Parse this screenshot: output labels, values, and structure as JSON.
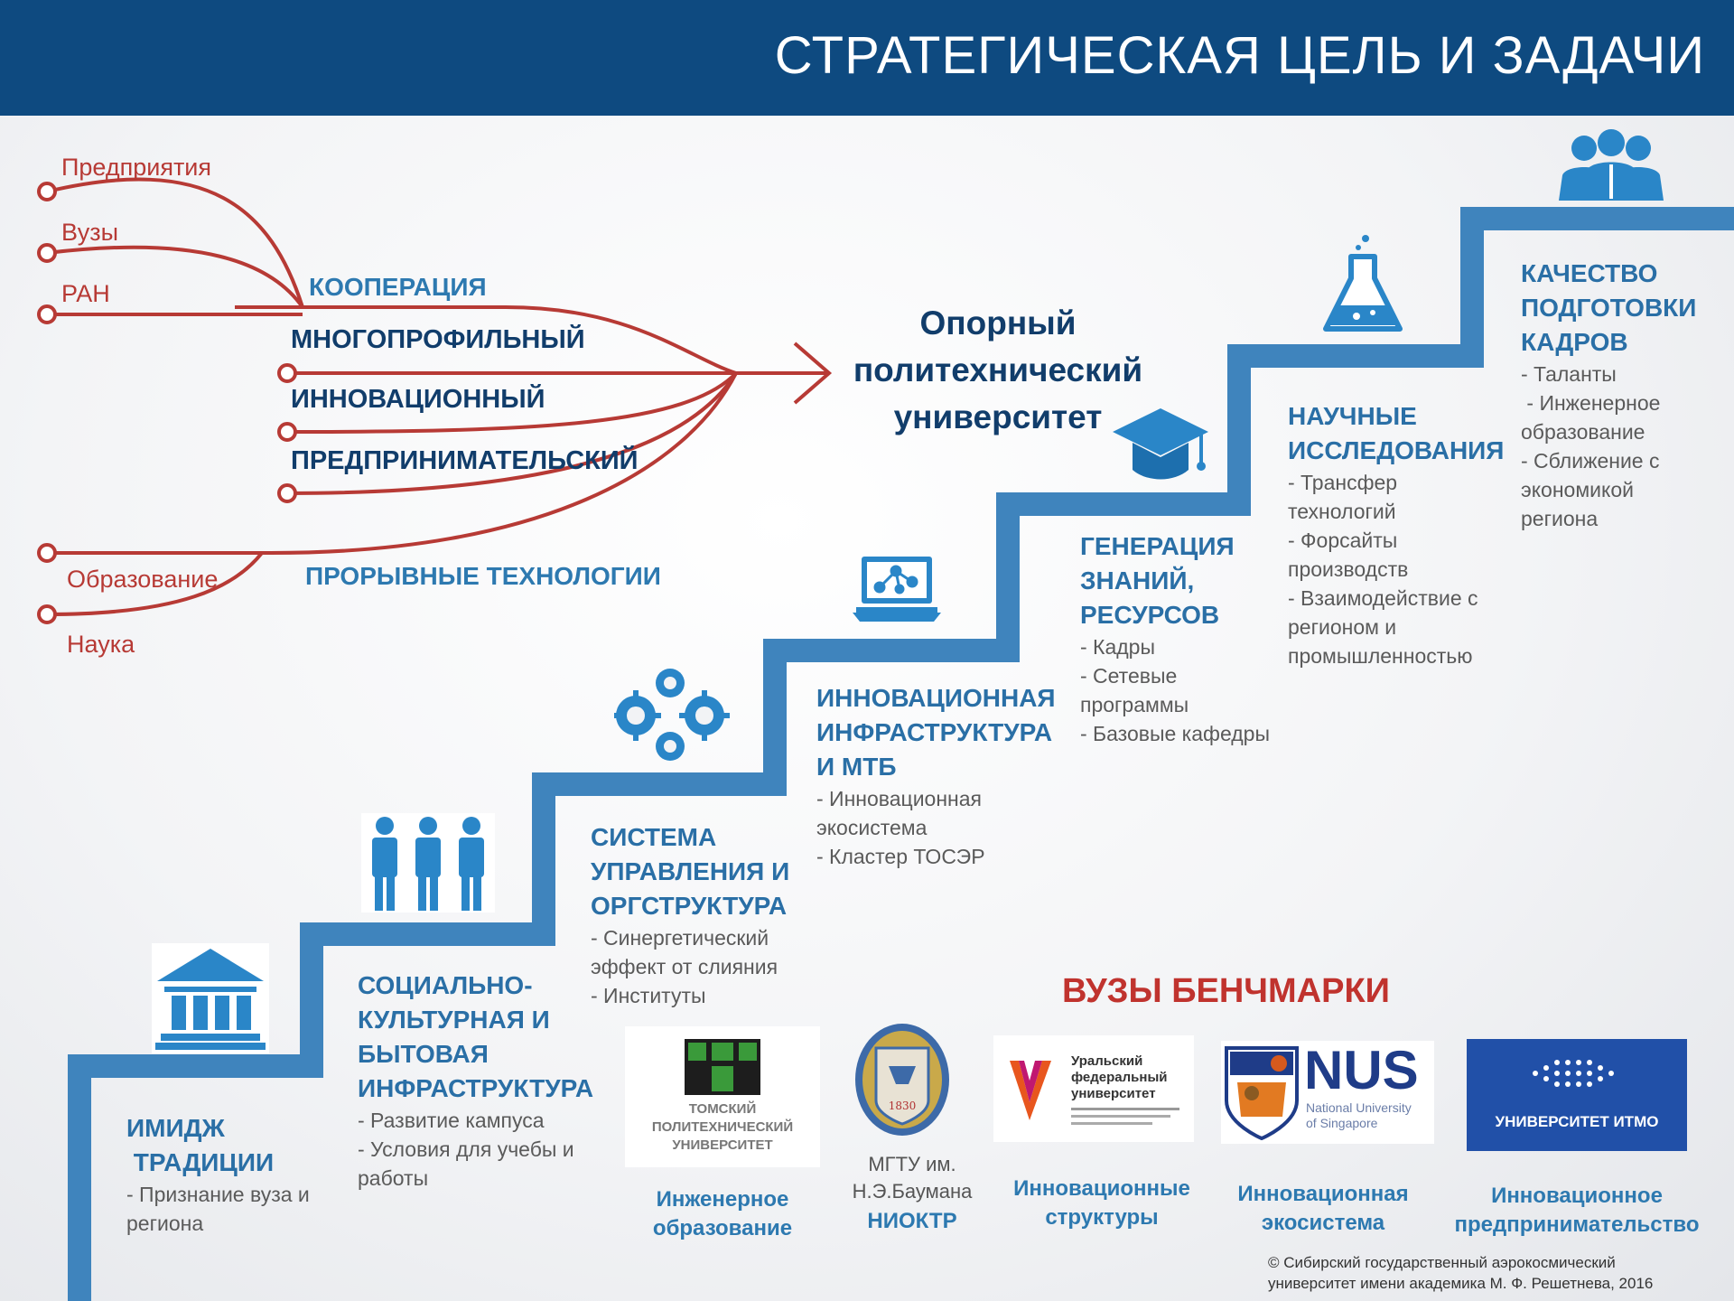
{
  "header": {
    "title": "СТРАТЕГИЧЕСКАЯ ЦЕЛЬ И ЗАДАЧИ"
  },
  "inputs": {
    "enterprises": "Предприятия",
    "universities": "Вузы",
    "ran": "РАН",
    "education": "Образование",
    "science": "Наука"
  },
  "cooperation": "КООПЕРАЦИЯ",
  "attributes": [
    "МНОГОПРОФИЛЬНЫЙ",
    "ИННОВАЦИОННЫЙ",
    "ПРЕДПРИНИМАТЕЛЬСКИЙ"
  ],
  "breakthrough": "ПРОРЫВНЫЕ ТЕХНОЛОГИИ",
  "goal": {
    "line1": "Опорный",
    "line2": "политехнический",
    "line3": "университет"
  },
  "steps": [
    {
      "title1": "ИМИДЖ",
      "title2": " ТРАДИЦИИ",
      "items": [
        "- Признание вуза и",
        "региона"
      ]
    },
    {
      "title1": "СОЦИАЛЬНО-",
      "title2": "КУЛЬТУРНАЯ И",
      "title3": "БЫТОВАЯ",
      "title4": "ИНФРАСТРУКТУРА",
      "items": [
        "- Развитие кампуса",
        "- Условия для учебы и",
        "работы"
      ]
    },
    {
      "title1": "СИСТЕМА",
      "title2": "УПРАВЛЕНИЯ И",
      "title3": "ОРГСТРУКТУРА",
      "items": [
        "- Синергетический",
        "эффект от слияния",
        "- Институты"
      ]
    },
    {
      "title1": "ИННОВАЦИОННАЯ",
      "title2": "ИНФРАСТРУКТУРА",
      "title3": "И МТБ",
      "items": [
        "- Инновационная",
        "экосистема",
        "- Кластер ТОСЭР"
      ]
    },
    {
      "title1": "ГЕНЕРАЦИЯ",
      "title2": "ЗНАНИЙ,",
      "title3": "РЕСУРСОВ",
      "items": [
        "- Кадры",
        "- Сетевые",
        "программы",
        "- Базовые кафедры"
      ]
    },
    {
      "title1": "НАУЧНЫЕ",
      "title2": "ИССЛЕДОВАНИЯ",
      "items": [
        "- Трансфер",
        "технологий",
        "- Форсайты",
        "производств",
        "- Взаимодействие с",
        "регионом и",
        "промышленностью"
      ]
    },
    {
      "title1": "КАЧЕСТВО",
      "title2": "ПОДГОТОВКИ",
      "title3": "КАДРОВ",
      "items": [
        "- Таланты",
        " - Инженерное",
        "образование",
        "- Сближение с",
        "экономикой",
        "региона"
      ]
    }
  ],
  "benchmarks": {
    "title": "ВУЗЫ  БЕНЧМАРКИ",
    "tpu": {
      "logo": "ТОМСКИЙ ПОЛИТЕХНИЧЕСКИЙ УНИВЕРСИТЕТ",
      "logo1": "ТОМСКИЙ",
      "logo2": "ПОЛИТЕХНИЧЕСКИЙ",
      "logo3": "УНИВЕРСИТЕТ",
      "cap1": "Инженерное",
      "cap2": "образование"
    },
    "bmstu": {
      "sub1": "МГТУ им.",
      "sub2": "Н.Э.Баумана",
      "cap": "НИОКТР",
      "seal": "1830"
    },
    "urfu": {
      "logo1": "Уральский",
      "logo2": "федеральный",
      "logo3": "университет",
      "cap1": "Инновационные",
      "cap2": "структуры"
    },
    "nus": {
      "logo": "NUS",
      "logo_sub1": "National University",
      "logo_sub2": "of Singapore",
      "cap1": "Инновационная",
      "cap2": "экосистема"
    },
    "itmo": {
      "logo": "УНИВЕРСИТЕТ ИТМО",
      "cap1": "Инновационное",
      "cap2": "предпринимательство"
    }
  },
  "copyright": {
    "line1": "© Сибирский государственный аэрокосмический",
    "line2": "университет имени академика М. Ф. Решетнева, 2016"
  },
  "colors": {
    "header": "#0e4a80",
    "stair": "#3f84bd",
    "red": "#b73a35",
    "accent": "#2d79b0",
    "navy": "#113d6b"
  },
  "icons": [
    "building-icon",
    "people-icon",
    "gears-icon",
    "laptop-network-icon",
    "graduation-cap-icon",
    "flask-icon",
    "team-icon"
  ]
}
